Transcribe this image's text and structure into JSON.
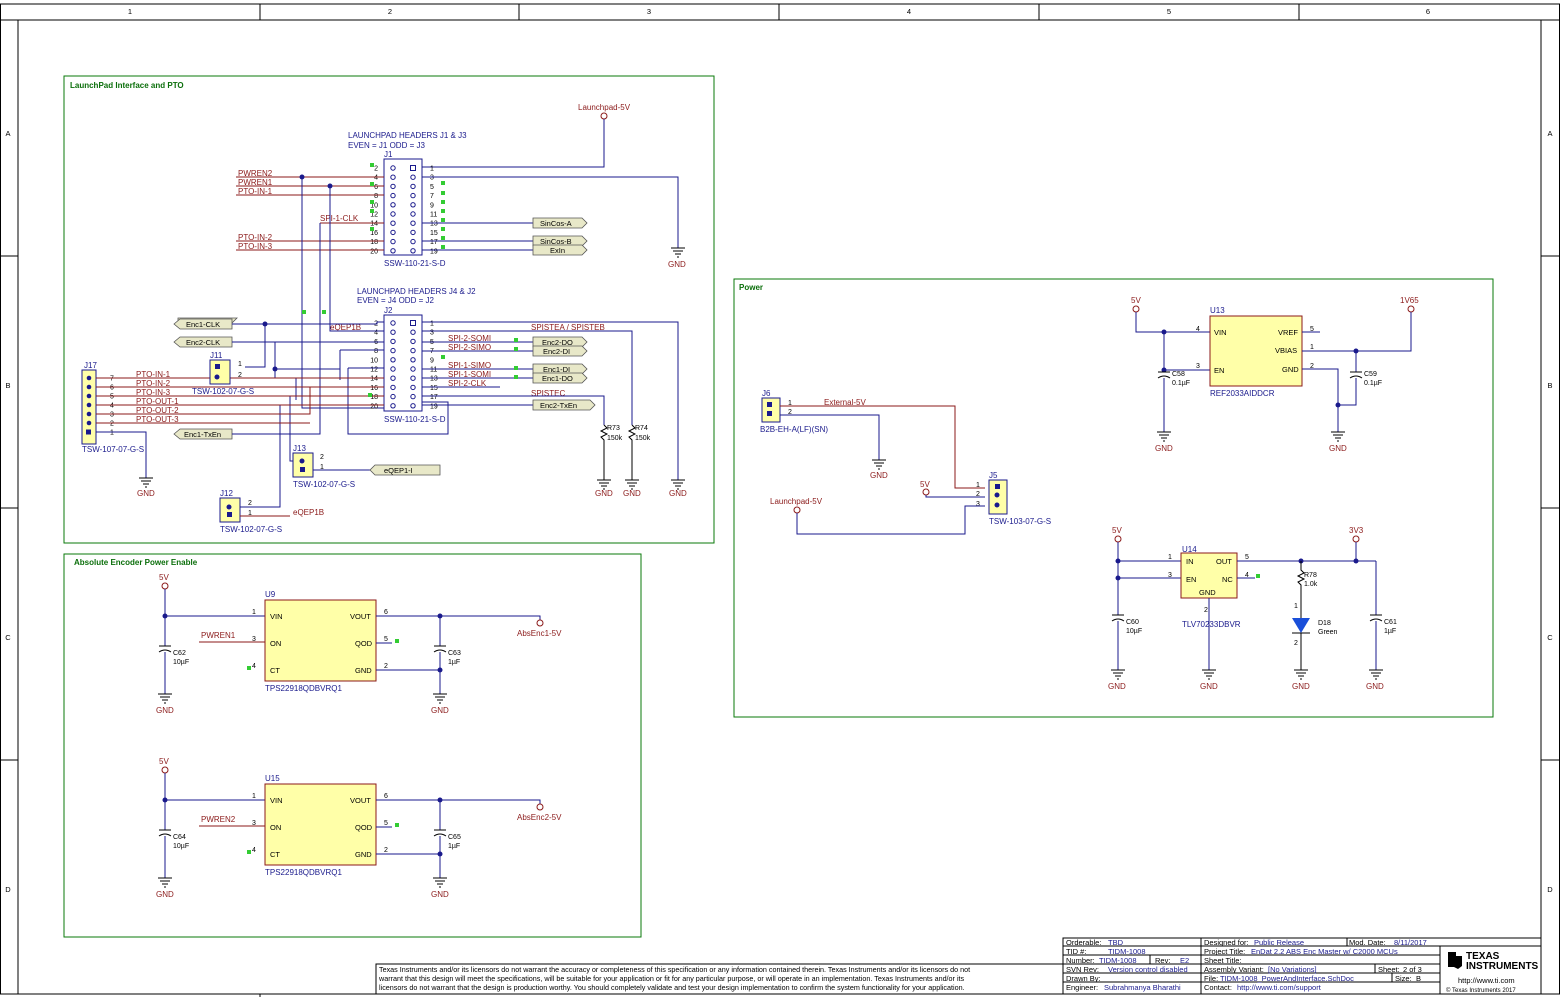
{
  "frame": {
    "cols": [
      "1",
      "2",
      "3",
      "4",
      "5",
      "6"
    ],
    "rows": [
      "A",
      "B",
      "C",
      "D"
    ]
  },
  "sections": {
    "launchpad": "LaunchPad Interface and PTO",
    "power": "Power",
    "absenc": "Absolute Encoder Power Enable"
  },
  "launchpad": {
    "hdr1_title": "LAUNCHPAD HEADERS J1 & J3",
    "hdr1_sub": "EVEN = J1     ODD = J3",
    "hdr2_title": "LAUNCHPAD HEADERS J4 & J2",
    "hdr2_sub": "EVEN = J4     ODD = J2",
    "j1": "J1",
    "j2": "J2",
    "j1_part": "SSW-110-21-S-D",
    "j2_part": "SSW-110-21-S-D",
    "lp5v": "Launchpad-5V",
    "left_nets1": [
      "PWREN2",
      "PWREN1",
      "PTO-IN-1",
      "SPI-1-CLK",
      "PTO-IN-2",
      "PTO-IN-3"
    ],
    "right_ports1": [
      "SinCos-A",
      "SinCos-B",
      "ExIn"
    ],
    "eqep1b": "eQEP1B",
    "ports_left": [
      "Enc1-CLK",
      "Enc2-CLK",
      "Enc1-TxEn"
    ],
    "right_nets2": [
      "SPISTEA / SPISTEB",
      "SPI-2-SOMI",
      "SPI-2-SIMO",
      "SPI-1-SIMO",
      "SPI-1-SOMI",
      "SPI-2-CLK",
      "SPISTEC"
    ],
    "right_ports2": [
      "Enc2-DO",
      "Enc2-DI",
      "Enc1-DI",
      "Enc1-DO",
      "Enc2-TxEn"
    ],
    "r73": "R73",
    "r73v": "150k",
    "r74": "R74",
    "r74v": "150k",
    "j17": "J17",
    "j17_part": "TSW-107-07-G-S",
    "j17_nets": [
      "PTO-IN-1",
      "PTO-IN-2",
      "PTO-IN-3",
      "PTO-OUT-1",
      "PTO-OUT-2",
      "PTO-OUT-3"
    ],
    "j11": "J11",
    "j11_part": "TSW-102-07-G-S",
    "j13": "J13",
    "j13_part": "TSW-102-07-G-S",
    "eqep1i": "eQEP1-I",
    "j12": "J12",
    "j12_part": "TSW-102-07-G-S",
    "eqep1b2": "eQEP1B",
    "gnd": "GND"
  },
  "power": {
    "u13": "U13",
    "u13_part": "REF2033AIDDCR",
    "u13_pins": [
      "VIN",
      "EN",
      "VREF",
      "VBIAS",
      "GND"
    ],
    "v5": "5V",
    "v1v65": "1V65",
    "c58": "C58",
    "c58v": "0.1µF",
    "c59": "C59",
    "c59v": "0.1µF",
    "j6": "J6",
    "j6_part": "B2B-EH-A(LF)(SN)",
    "ext5v": "External-5V",
    "j5": "J5",
    "j5_part": "TSW-103-07-G-S",
    "lp5v": "Launchpad-5V",
    "u14": "U14",
    "u14_part": "TLV70233DBVR",
    "u14_pins": [
      "IN",
      "EN",
      "OUT",
      "NC",
      "GND"
    ],
    "v3v3": "3V3",
    "c60": "C60",
    "c60v": "10µF",
    "c61": "C61",
    "c61v": "1µF",
    "r78": "R78",
    "r78v": "1.0k",
    "d18": "D18",
    "d18v": "Green"
  },
  "absenc": {
    "u9": "U9",
    "u15": "U15",
    "part": "TPS22918QDBVRQ1",
    "pins": [
      "VIN",
      "ON",
      "CT",
      "VOUT",
      "QOD",
      "GND"
    ],
    "v5": "5V",
    "c62": "C62",
    "c62v": "10µF",
    "c63": "C63",
    "c63v": "1µF",
    "c64": "C64",
    "c64v": "10µF",
    "c65": "C65",
    "c65v": "1µF",
    "pwren1": "PWREN1",
    "pwren2": "PWREN2",
    "absenc1": "AbsEnc1-5V",
    "absenc2": "AbsEnc2-5V"
  },
  "titleblock": {
    "orderable": "Orderable:",
    "orderable_v": "TBD",
    "tid": "TID #:",
    "tid_v": "TIDM-1008",
    "number": "Number:",
    "number_v": "TIDM-1008",
    "rev": "Rev:",
    "rev_v": "E2",
    "svn": "SVN Rev:",
    "svn_v": "Version control disabled",
    "drawn": "Drawn By:",
    "engineer": "Engineer:",
    "engineer_v": "Subrahmanya Bharathi",
    "designed": "Designed for:",
    "designed_v": "Public Release",
    "moddate": "Mod. Date:",
    "moddate_v": "8/11/2017",
    "project": "Project Title:",
    "project_v": "EnDat 2.2 ABS Enc Master w/ C2000 MCUs",
    "sheettitle": "Sheet Title:",
    "variant": "Assembly Variant:",
    "variant_v": "[No Variations]",
    "sheet": "Sheet:",
    "sheet_v": "2  of  3",
    "file": "File:",
    "file_v": "TIDM-1008_PowerAndInterface.SchDoc",
    "size": "Size:",
    "size_v": "B",
    "contact": "Contact:",
    "contact_v": "http://www.ti.com/support",
    "ti1": "TEXAS",
    "ti2": "INSTRUMENTS",
    "url": "http://www.ti.com",
    "copy": "© Texas Instruments  2017",
    "disclaimer1": "Texas Instruments and/or its licensors do not warrant the accuracy or completeness of this specification or any information contained therein. Texas Instruments and/or its licensors do not",
    "disclaimer2": "warrant that this design will meet the specifications, will be suitable for your application or fit for any particular purpose, or will operate in an implementation. Texas Instruments and/or its",
    "disclaimer3": "licensors do not warrant that the design is production worthy. You should completely validate and test your design implementation to confirm the system functionality for your application."
  }
}
